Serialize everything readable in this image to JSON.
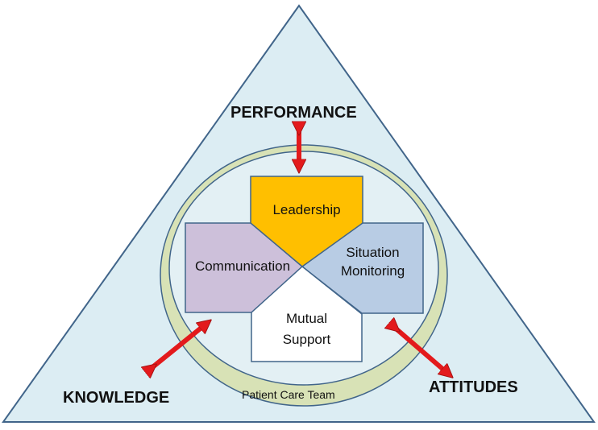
{
  "outer": {
    "top": "PERFORMANCE",
    "left": "KNOWLEDGE",
    "right": "ATTITUDES"
  },
  "ring_label": "Patient Care Team",
  "core": {
    "top": "Leadership",
    "left": "Communication",
    "right": "Situation\nMonitoring",
    "bottom": "Mutual\nSupport"
  },
  "colors": {
    "triangle_fill": "#dcedf3",
    "triangle_stroke": "#41658a",
    "ring_fill": "#d8e2b6",
    "inner_circle_fill": "#e3f0f4",
    "leadership": "#ffbf00",
    "communication": "#cdc0da",
    "situation_monitoring": "#b8cce4",
    "mutual_support": "#ffffff",
    "arrow": "#e31a1c"
  }
}
